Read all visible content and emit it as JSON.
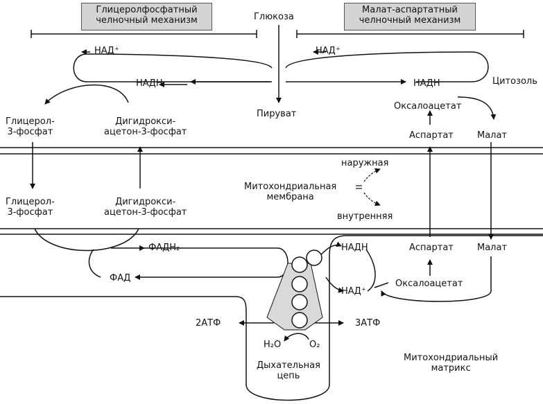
{
  "headers": {
    "glycerol_shuttle": "Глицеролфосфатный челночный механизм",
    "malate_shuttle": "Малат-аспартатный челночный механизм"
  },
  "labels": {
    "glucose": "Глюкоза",
    "pyruvate": "Пируват",
    "nad_left": "НАД⁺",
    "nadh_left": "НАДН",
    "nad_right": "НАД⁺",
    "nadh_right": "НАДН",
    "cytosol": "Цитозоль",
    "oxaloacetate_top": "Оксалоацетат",
    "aspartate_top": "Аспартат",
    "malate_top": "Малат",
    "glycerol3p_top": "Глицерол-\n3-фосфат",
    "dhap_top": "Дигидрокси-\nацетон-3-фосфат",
    "outer": "наружная",
    "inner": "внутренняя",
    "membrane": "Митохондриальная\nмембрана",
    "glycerol3p_bottom": "Глицерол-\n3-фосфат",
    "dhap_bottom": "Дигидрокси-\nацетон-3-фосфат",
    "fadh2": "ФАДН₂",
    "fad": "ФАД",
    "nadh_matrix": "НАДН",
    "nad_matrix": "НАД⁺",
    "aspartate_bottom": "Аспартат",
    "malate_bottom": "Малат",
    "oxaloacetate_bottom": "Оксалоацетат",
    "atp2": "2АТФ",
    "atp3": "3АТФ",
    "h2o": "H₂O",
    "o2": "O₂",
    "resp_chain": "Дыхательная\nцепь",
    "matrix": "Митохондриальный\nматрикс"
  }
}
